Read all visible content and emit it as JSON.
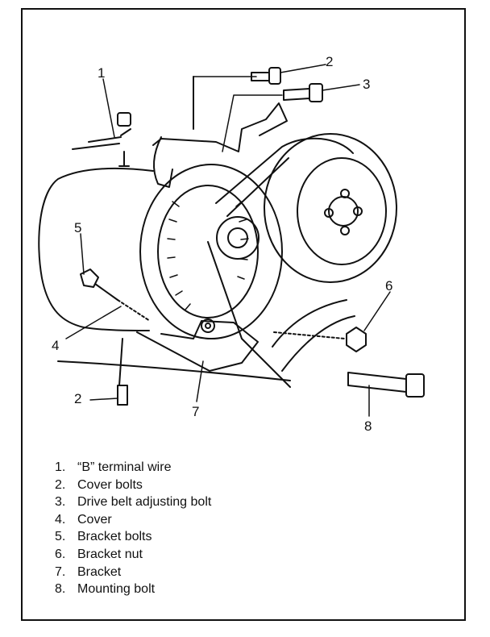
{
  "callouts": [
    {
      "id": "1",
      "label": "1"
    },
    {
      "id": "2a",
      "label": "2"
    },
    {
      "id": "3",
      "label": "3"
    },
    {
      "id": "5",
      "label": "5"
    },
    {
      "id": "6",
      "label": "6"
    },
    {
      "id": "4",
      "label": "4"
    },
    {
      "id": "2b",
      "label": "2"
    },
    {
      "id": "7",
      "label": "7"
    },
    {
      "id": "8",
      "label": "8"
    }
  ],
  "legend": [
    {
      "num": "1.",
      "text": "“B” terminal wire"
    },
    {
      "num": "2.",
      "text": "Cover bolts"
    },
    {
      "num": "3.",
      "text": "Drive belt adjusting bolt"
    },
    {
      "num": "4.",
      "text": "Cover"
    },
    {
      "num": "5.",
      "text": "Bracket bolts"
    },
    {
      "num": "6.",
      "text": "Bracket nut"
    },
    {
      "num": "7.",
      "text": "Bracket"
    },
    {
      "num": "8.",
      "text": "Mounting bolt"
    }
  ]
}
